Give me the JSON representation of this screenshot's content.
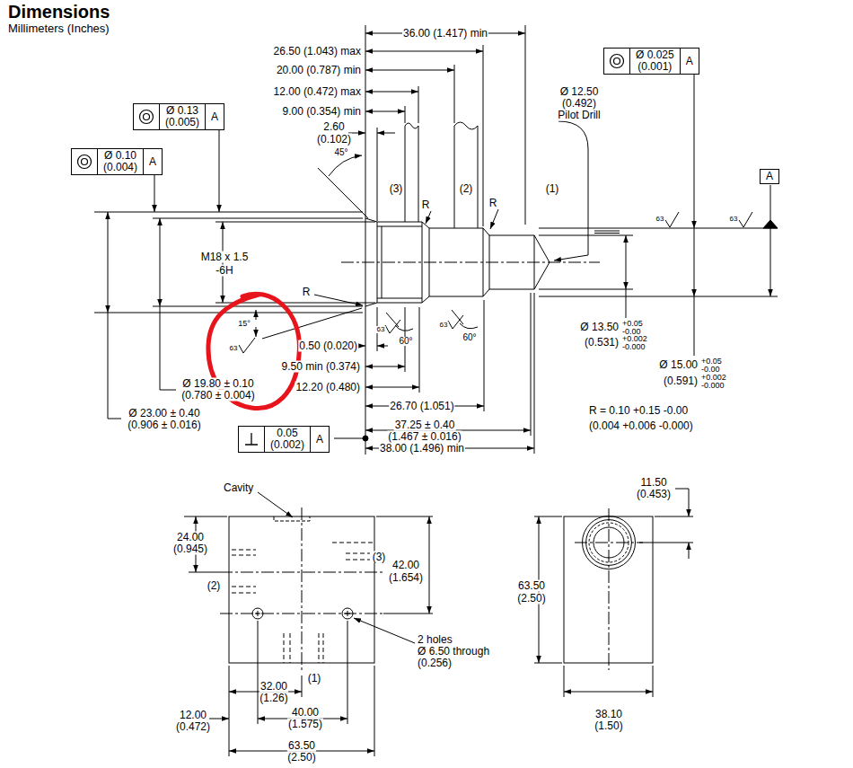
{
  "diagram": {
    "title": "Dimensions",
    "nodes": [
      {
        "text": [
          "Ø 0.025",
          "(0.001)",
          "A"
        ]
      },
      {
        "text": [
          "Ø 0.13",
          "(0.005)",
          "A"
        ]
      },
      {
        "text": [
          "Ø 0.10",
          "(0.004)",
          "A"
        ]
      },
      {
        "text": [
          "A"
        ]
      },
      {
        "text": [
          "0.05",
          "(0.002)",
          "A"
        ]
      }
    ],
    "labels": [
      "Millimeters (Inches)",
      "36.00 (1.417) min",
      "26.50 (1.043) max",
      "20.00 (0.787) min",
      "12.00 (0.472) max",
      "9.00 (0.354) min",
      "2.60",
      "(0.102)",
      "45°",
      "(3)",
      "(2)",
      "(1)",
      "R",
      "R",
      "Ø 12.50",
      "(0.492)",
      "Pilot Drill",
      "M18 x 1.5",
      "-6H",
      "R",
      "15°",
      "63",
      "0.50 (0.020)",
      "9.50 min (0.374)",
      "12.20 (0.480)",
      "Ø 19.80 ± 0.10",
      "(0.780 ± 0.004)",
      "Ø 23.00 ± 0.40",
      "(0.906 ± 0.016)",
      "63",
      "60°",
      "63",
      "60°",
      "26.70 (1.051)",
      "37.25 ± 0.40",
      "(1.467 ± 0.016)",
      "38.00 (1.496) min",
      "63",
      "63",
      "Ø 13.50",
      "+0.05",
      "-0.00",
      "(0.531)",
      "+0.002",
      "-0.000",
      "Ø 15.00",
      "+0.05",
      "-0.00",
      "(0.591)",
      "+0.002",
      "-0.000",
      "R = 0.10 +0.15 -0.00",
      "(0.004 +0.006 -0.000)",
      "Cavity",
      "24.00",
      "(0.945)",
      "(3)",
      "42.00",
      "(1.654)",
      "(2)",
      "2 holes",
      "Ø 6.50 through",
      "(0.256)",
      "(1)",
      "32.00",
      "(1.26)",
      "12.00",
      "(0.472)",
      "40.00",
      "(1.575)",
      "63.50",
      "(2.50)",
      "11.50",
      "(0.453)",
      "63.50",
      "(2.50)",
      "38.10",
      "(1.50)"
    ]
  }
}
